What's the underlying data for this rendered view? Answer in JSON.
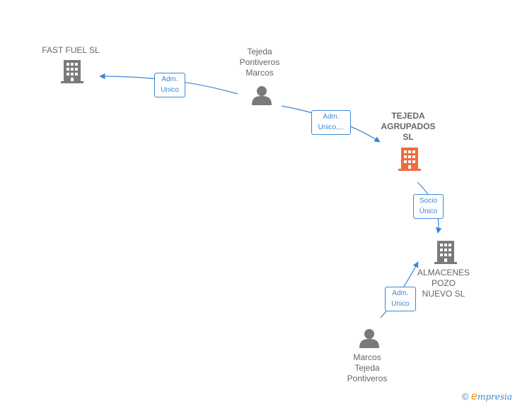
{
  "colors": {
    "company": "#7a7a7a",
    "company_highlight": "#f26a3d",
    "person": "#7a7a7a",
    "edge": "#3a87d6"
  },
  "nodes": {
    "fast_fuel": {
      "lines": [
        "FAST FUEL  SL"
      ],
      "icon": "building-icon"
    },
    "tejeda_person": {
      "lines": [
        "Tejeda",
        "Pontiveros",
        "Marcos"
      ],
      "icon": "person-icon"
    },
    "tejeda_agrupados": {
      "lines": [
        "TEJEDA",
        "AGRUPADOS",
        "SL"
      ],
      "icon": "building-icon"
    },
    "almacenes": {
      "lines": [
        "ALMACENES",
        "POZO",
        "NUEVO  SL"
      ],
      "icon": "building-icon"
    },
    "marcos_person": {
      "lines": [
        "Marcos",
        "Tejeda",
        "Pontiveros"
      ],
      "icon": "person-icon"
    }
  },
  "edges": {
    "e1": {
      "lines": [
        "Adm.",
        "Unico"
      ]
    },
    "e2": {
      "lines": [
        "Adm.",
        "Unico,..."
      ]
    },
    "e3": {
      "lines": [
        "Socio",
        "Único"
      ]
    },
    "e4": {
      "lines": [
        "Adm.",
        "Unico"
      ]
    }
  },
  "footer": {
    "copyright": "©",
    "brand_initial": "e",
    "brand_rest": "mpresia"
  }
}
